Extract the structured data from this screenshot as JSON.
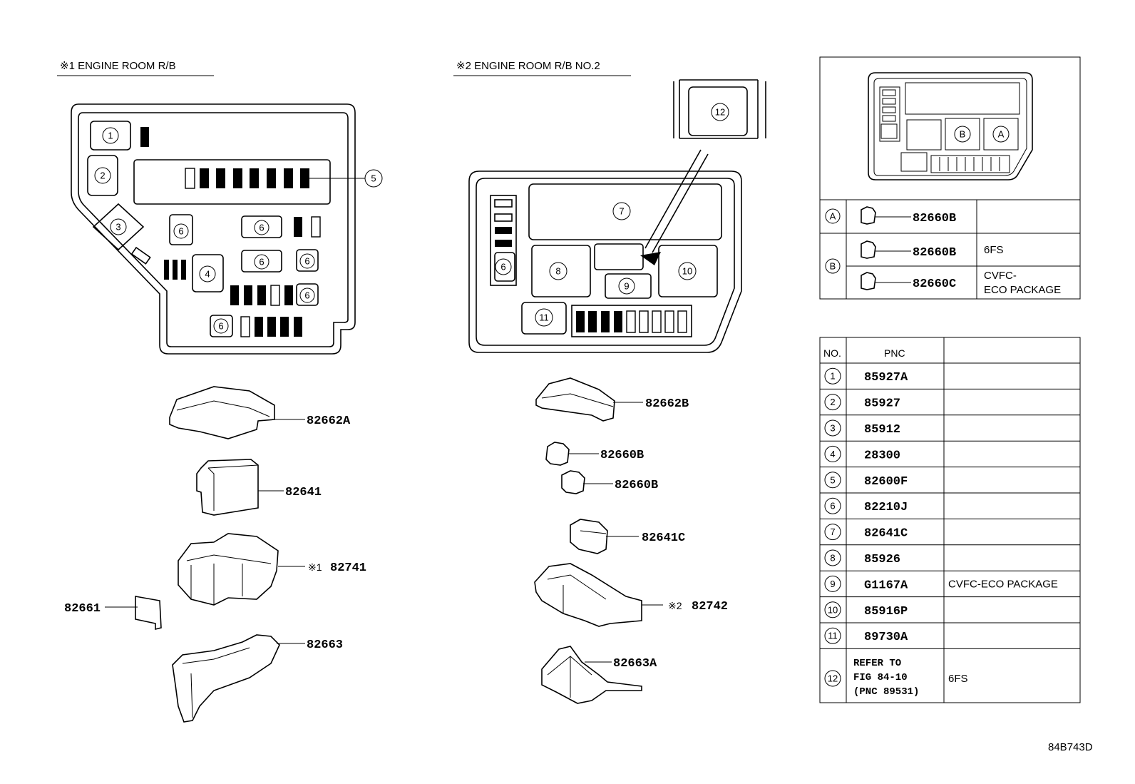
{
  "sections": {
    "rb1_title": "※1 ENGINE ROOM R/B",
    "rb2_title": "※2 ENGINE ROOM R/B  NO.2"
  },
  "rb1_callouts": [
    "1",
    "2",
    "3",
    "4",
    "5",
    "6",
    "6",
    "6",
    "6",
    "6",
    "6"
  ],
  "rb2_callouts": [
    "6",
    "7",
    "8",
    "9",
    "10",
    "11",
    "12"
  ],
  "parts_left": {
    "cover": "82662A",
    "block": "82641",
    "case_mark": "※1",
    "case": "82741",
    "bracket": "82661",
    "lower": "82663"
  },
  "parts_mid": {
    "cover": "82662B",
    "relay1": "82660B",
    "relay2": "82660B",
    "block": "82641C",
    "case_mark": "※2",
    "case": "82742",
    "lower": "82663A"
  },
  "relay_box": {
    "labels": [
      "B",
      "A"
    ],
    "rows": [
      {
        "key": "A",
        "pnc": "82660B",
        "remark": ""
      },
      {
        "key": "B",
        "pnc": "82660B",
        "remark": "6FS"
      },
      {
        "key": "",
        "pnc": "82660C",
        "remark_line1": "CVFC-",
        "remark_line2": "ECO PACKAGE"
      }
    ]
  },
  "pnc_table": {
    "headers": {
      "no": "NO.",
      "pnc": "PNC",
      "remark": ""
    },
    "rows": [
      {
        "no": "1",
        "pnc": "85927A",
        "remark": ""
      },
      {
        "no": "2",
        "pnc": "85927",
        "remark": ""
      },
      {
        "no": "3",
        "pnc": "85912",
        "remark": ""
      },
      {
        "no": "4",
        "pnc": "28300",
        "remark": ""
      },
      {
        "no": "5",
        "pnc": "82600F",
        "remark": ""
      },
      {
        "no": "6",
        "pnc": "82210J",
        "remark": ""
      },
      {
        "no": "7",
        "pnc": "82641C",
        "remark": ""
      },
      {
        "no": "8",
        "pnc": "85926",
        "remark": ""
      },
      {
        "no": "9",
        "pnc": "G1167A",
        "remark": "CVFC-ECO PACKAGE"
      },
      {
        "no": "10",
        "pnc": "85916P",
        "remark": ""
      },
      {
        "no": "11",
        "pnc": "89730A",
        "remark": ""
      }
    ],
    "last_row": {
      "no": "12",
      "ref1": "REFER TO",
      "ref2": "FIG 84-10",
      "ref3": "(PNC 89531)",
      "remark": "6FS"
    }
  },
  "figure_code": "84B743D"
}
